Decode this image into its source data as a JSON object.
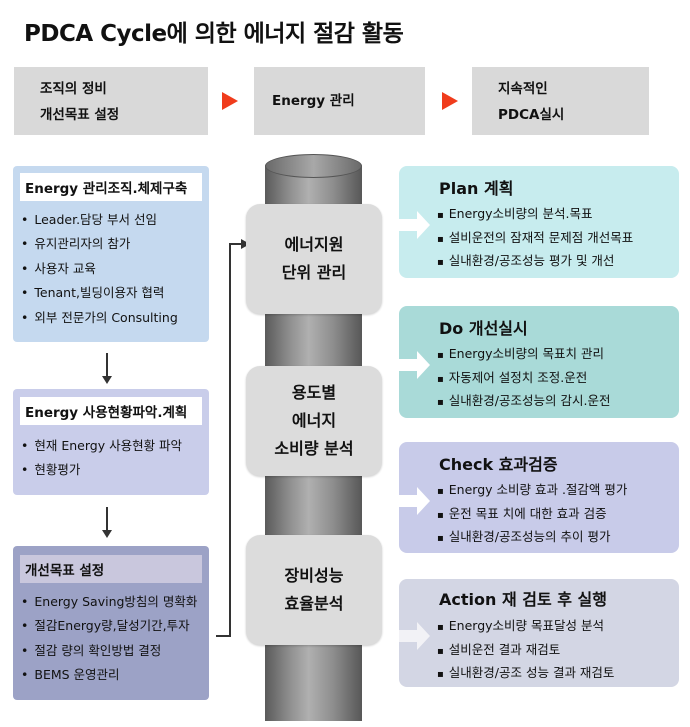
{
  "title": "PDCA Cycle에 의한 에너지 절감 활동",
  "flow": [
    {
      "lines": [
        "조직의 정비",
        "개선목표 설정"
      ]
    },
    {
      "lines": [
        "Energy 관리"
      ]
    },
    {
      "lines": [
        "지속적인",
        "PDCA실시"
      ]
    }
  ],
  "left_boxes": [
    {
      "title": "Energy 관리조직.체제구축",
      "items": [
        "Leader.담당 부서 선임",
        "유지관리자의 참가",
        "사용자 교육",
        "Tenant,빌딩이용자 협력",
        "외부 전문가의 Consulting"
      ]
    },
    {
      "title": "Energy 사용현황파악.계획",
      "items": [
        "현재 Energy 사용현황 파악",
        "현황평가"
      ]
    },
    {
      "title": "개선목표 설정",
      "items": [
        "Energy Saving방침의 명확화",
        "절감Energy량,달성기간,투자",
        "절감 량의 확인방법 결정",
        "BEMS 운영관리"
      ]
    }
  ],
  "center_boxes": [
    {
      "lines": [
        "에너지원",
        "단위 관리"
      ]
    },
    {
      "lines": [
        "용도별",
        "에너지",
        "소비량 분석"
      ]
    },
    {
      "lines": [
        "장비성능",
        "효율분석"
      ]
    }
  ],
  "right_boxes": [
    {
      "title": "Plan 계획",
      "items": [
        "Energy소비량의 분석.목표",
        "설비운전의 잠재적 문제점 개선목표",
        "실내환경/공조성능 평가 및 개선"
      ],
      "color": "#c7ecee"
    },
    {
      "title": "Do 개선실시",
      "items": [
        "Energy소비량의 목표치 관리",
        "자동제어 설정치 조정.운전",
        "실내환경/공조성능의 감시.운전"
      ],
      "color": "#a9dad8"
    },
    {
      "title": "Check 효과검증",
      "items": [
        "Energy 소비량 효과 .절감액 평가",
        "운전 목표 치에 대한 효과 검증",
        "실내환경/공조성능의 추이 평가"
      ],
      "color": "#c8cbe9"
    },
    {
      "title": "Action 재 검토 후 실행",
      "items": [
        "Energy소비량 목표달성 분석",
        "설비운전 결과 재검토",
        "실내환경/공조 성능 결과 재검토"
      ],
      "color": "#d3d6e4"
    }
  ],
  "colors": {
    "flow_arrow": "#f03c1c",
    "left_box_1": "#c5d9ef",
    "left_box_2": "#c9cdea",
    "left_box_3": "#9ca2c6",
    "center_box": "#dcdcdc"
  }
}
